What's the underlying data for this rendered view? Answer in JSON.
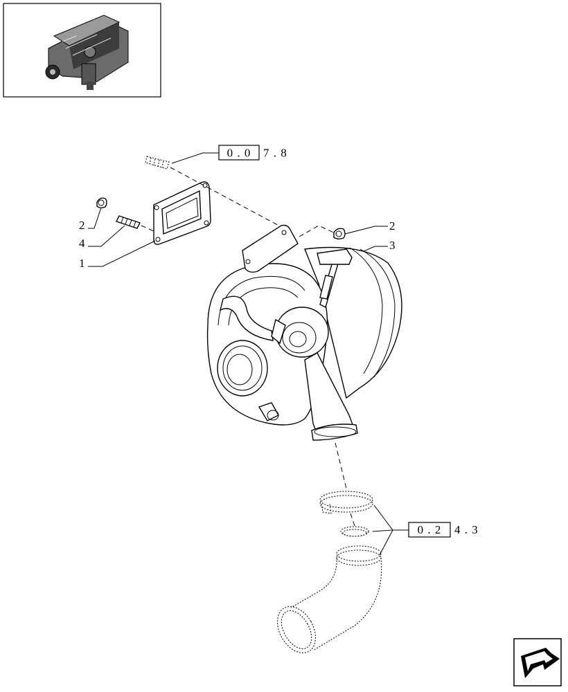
{
  "thumbnail": {
    "icon": "engine-thumbnail-icon"
  },
  "references": [
    {
      "boxed": "0 . 0",
      "rest": "7 . 8"
    },
    {
      "boxed": "0 . 2",
      "rest": "4 . 3"
    }
  ],
  "callouts": {
    "left": [
      "2",
      "4",
      "1"
    ],
    "right": [
      "2",
      "3"
    ]
  },
  "nav": {
    "icon": "next-page-arrow-icon"
  }
}
